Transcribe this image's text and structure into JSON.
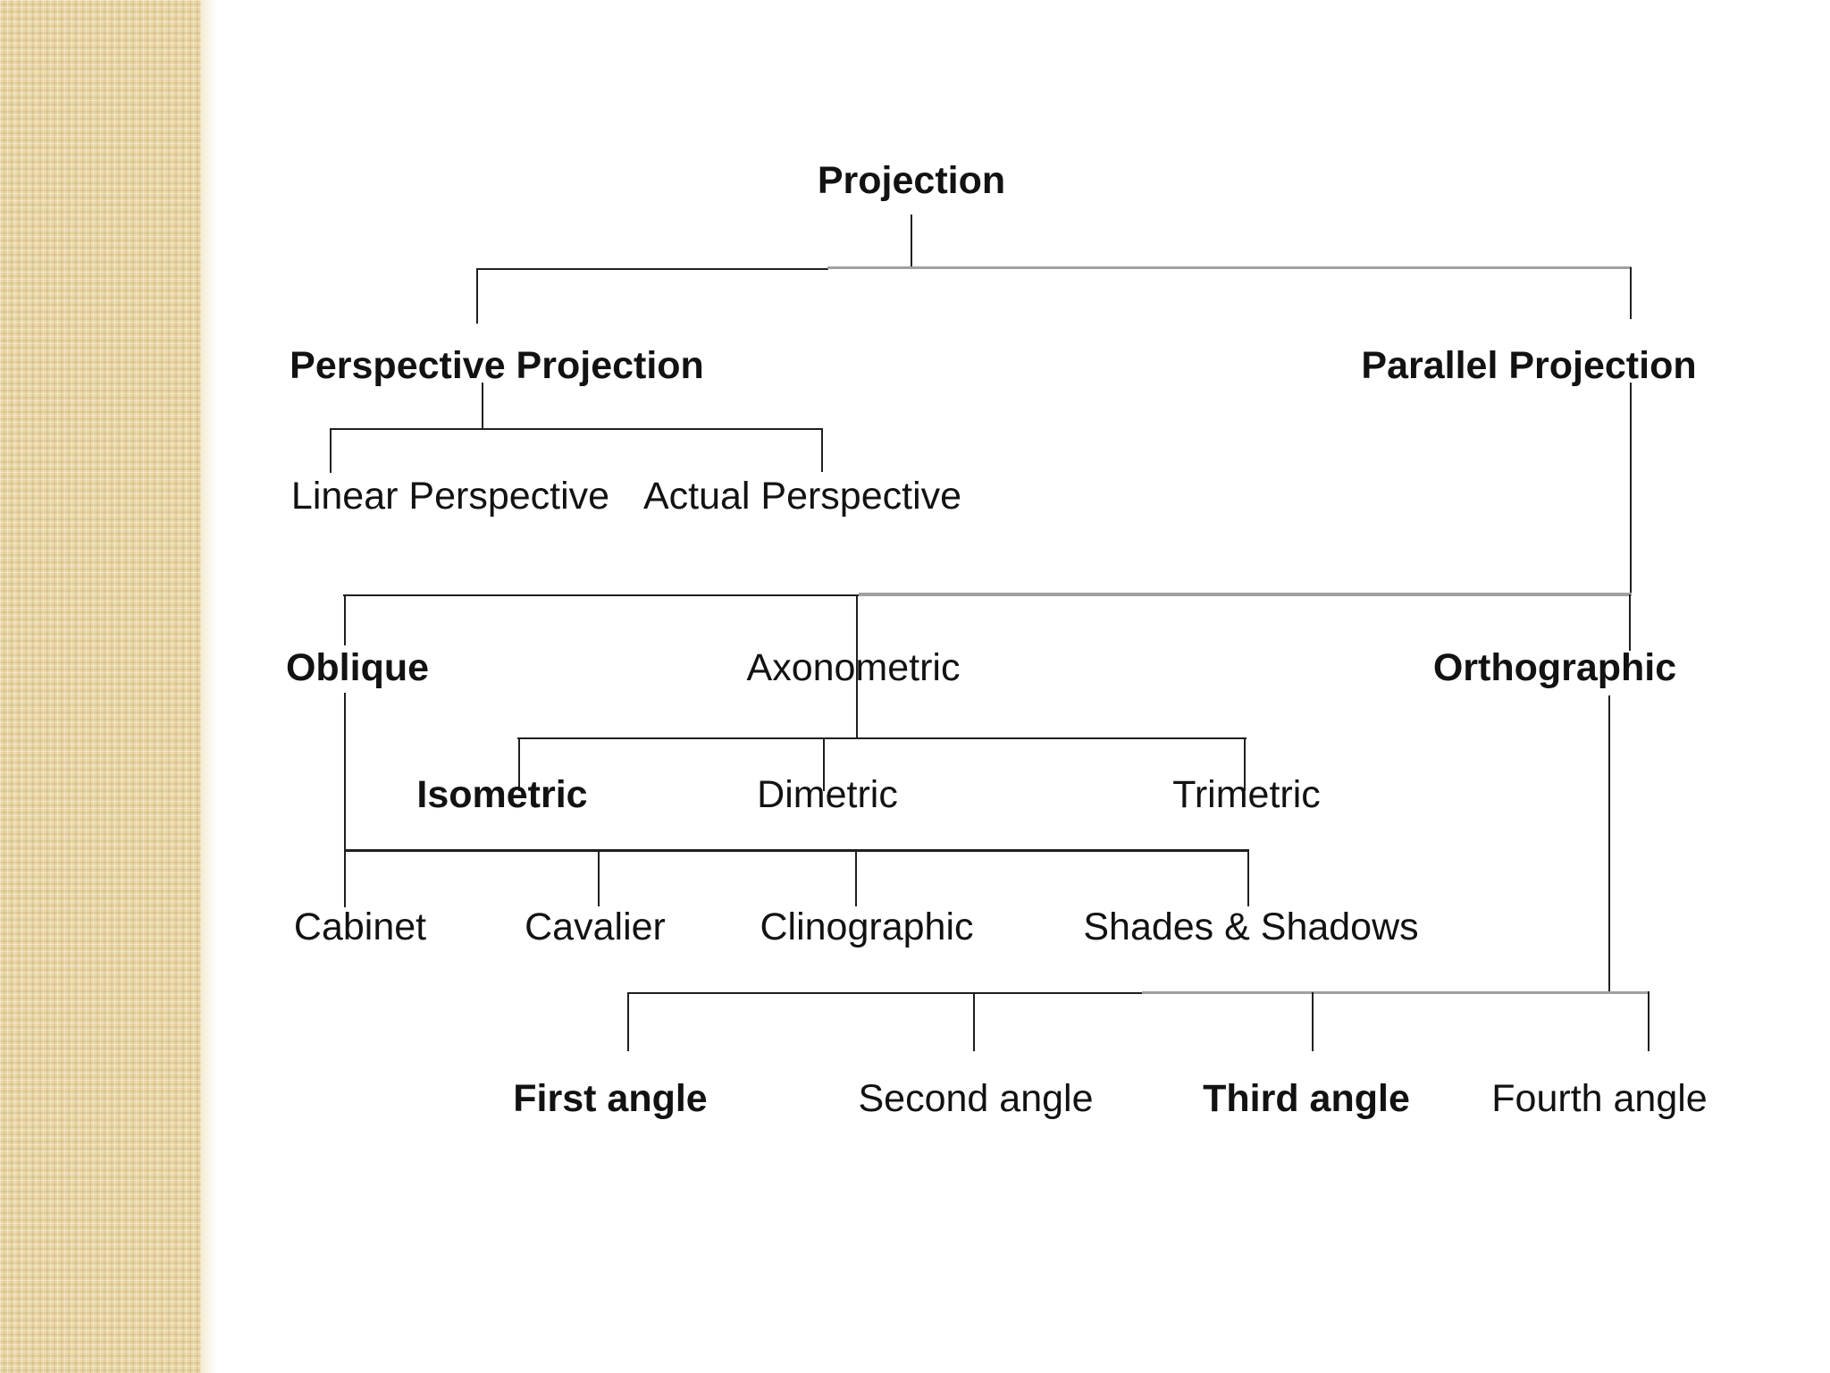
{
  "diagram": {
    "root": {
      "label": "Projection"
    },
    "perspective": {
      "label": "Perspective Projection",
      "linear": {
        "label": "Linear Perspective"
      },
      "actual": {
        "label": "Actual Perspective"
      }
    },
    "parallel": {
      "label": "Parallel Projection",
      "oblique": {
        "label": "Oblique",
        "cabinet": {
          "label": "Cabinet"
        },
        "cavalier": {
          "label": "Cavalier"
        },
        "clinographic": {
          "label": "Clinographic"
        },
        "shades": {
          "label": "Shades & Shadows"
        }
      },
      "axonometric": {
        "label": "Axonometric",
        "isometric": {
          "label": "Isometric"
        },
        "dimetric": {
          "label": "Dimetric"
        },
        "trimetric": {
          "label": "Trimetric"
        }
      },
      "orthographic": {
        "label": "Orthographic",
        "first": {
          "label": "First angle"
        },
        "second": {
          "label": "Second angle"
        },
        "third": {
          "label": "Third angle"
        },
        "fourth": {
          "label": "Fourth angle"
        }
      }
    }
  },
  "colors": {
    "line": "#1f1f1f",
    "line_shadow": "#a0a0a0",
    "strip": "#e9d7a9",
    "background": "#ffffff",
    "text": "#121212"
  }
}
